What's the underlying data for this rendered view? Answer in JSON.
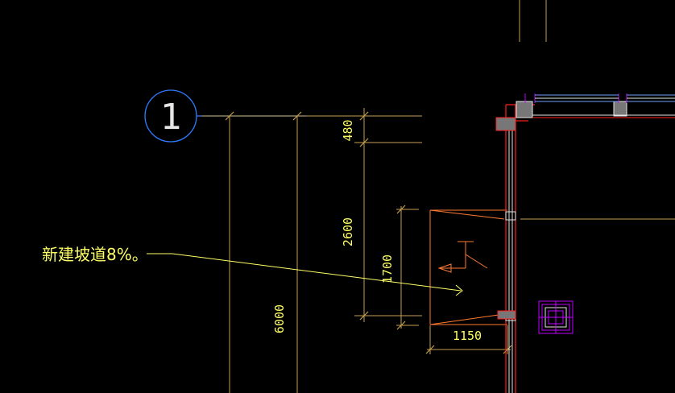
{
  "axis_bubble": {
    "label": "1"
  },
  "dimensions": {
    "d480": "480",
    "d2600": "2600",
    "d1700": "1700",
    "d6000": "6000",
    "d1150": "1150"
  },
  "annotation": {
    "text": "新建坡道8%。"
  },
  "colors": {
    "background": "#000000",
    "axis": "#2f7cff",
    "dim_line": "#c8a050",
    "dim_text": "#ffff66",
    "wall_red": "#ff2020",
    "window_white": "#e6e6e6",
    "magenta": "#c000ff",
    "hatch": "#7a7a7a",
    "leader": "#ffff66"
  }
}
